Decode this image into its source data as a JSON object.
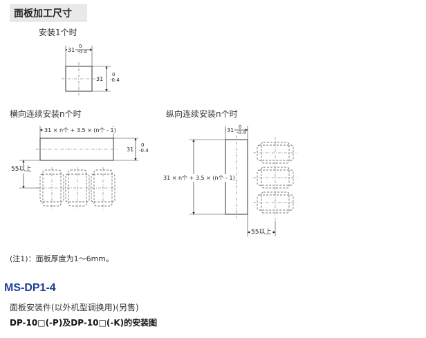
{
  "section": {
    "title": "面板加工尺寸"
  },
  "single": {
    "label": "安装1个时",
    "dim_w": "31",
    "tol_w_top": "0",
    "tol_w_bot": "-0.4",
    "dim_h": "31",
    "tol_h_top": "0",
    "tol_h_bot": "-0.4"
  },
  "horizontal": {
    "label": "横向连续安装n个时",
    "dim_w": "31 × n个 + 3.5 × (n个 - 1)",
    "dim_h": "31",
    "tol_h_top": "0",
    "tol_h_bot": "-0.4",
    "gap": "55以上"
  },
  "vertical": {
    "label": "纵向连续安装n个时",
    "dim_w": "31",
    "tol_w_top": "0",
    "tol_w_bot": "-0.4",
    "dim_h": "31 × n个 + 3.5 × (n个 - 1)",
    "gap": "55以上"
  },
  "note": "(注1)：面板厚度为1～6mm。",
  "product": {
    "model": "MS-DP1-4",
    "description": "面板安装件(以外机型调换用)(另售)",
    "subtitle": "DP-10□(-P)及DP-10□(-K)的安装图"
  }
}
